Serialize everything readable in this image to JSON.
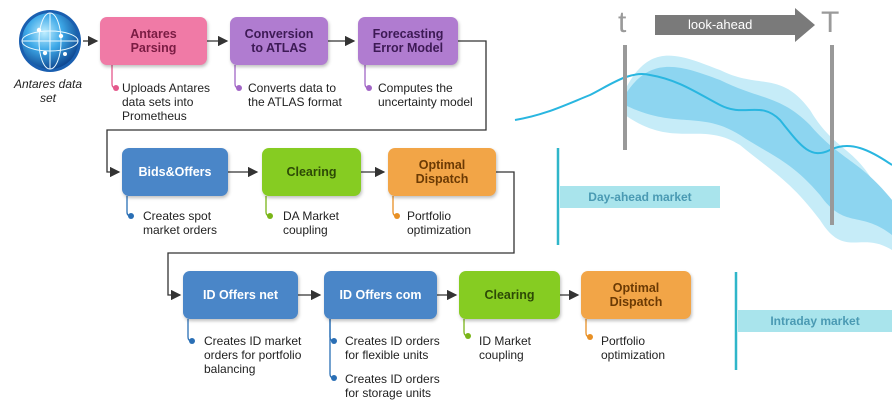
{
  "globe": {
    "caption": "Antares data\nset",
    "icon": "globe-icon"
  },
  "row1": {
    "boxes": [
      {
        "label": "Antares\nParsing",
        "note": "Uploads Antares\ndata sets into\nPrometheus"
      },
      {
        "label": "Conversion\nto ATLAS",
        "note": "Converts data to\nthe ATLAS format"
      },
      {
        "label": "Forecasting\nError Model",
        "note": "Computes the\nuncertainty model"
      }
    ]
  },
  "row2": {
    "boxes": [
      {
        "label": "Bids&Offers",
        "note": "Creates spot\nmarket orders"
      },
      {
        "label": "Clearing",
        "note": "DA Market\ncoupling"
      },
      {
        "label": "Optimal\nDispatch",
        "note": "Portfolio\noptimization"
      }
    ]
  },
  "row3": {
    "boxes": [
      {
        "label": "ID Offers net",
        "note": "Creates ID market\norders for portfolio\nbalancing"
      },
      {
        "label": "ID Offers com",
        "note": "Creates ID orders\nfor flexible units",
        "note2": "Creates ID orders\nfor storage units"
      },
      {
        "label": "Clearing",
        "note": "ID Market\ncoupling"
      },
      {
        "label": "Optimal\nDispatch",
        "note": "Portfolio\noptimization"
      }
    ]
  },
  "markets": {
    "day_ahead": "Day-ahead market",
    "intraday": "Intraday market"
  },
  "forecast": {
    "t_label": "t",
    "T_label": "T",
    "lookahead_label": "look-ahead"
  },
  "colors": {
    "pink": "#f07aa6",
    "purple": "#b07cd0",
    "blue": "#4a86c8",
    "green": "#86cc22",
    "orange": "#f2a547",
    "band": "#a9e4ec",
    "forecast": "#29b6e0"
  }
}
